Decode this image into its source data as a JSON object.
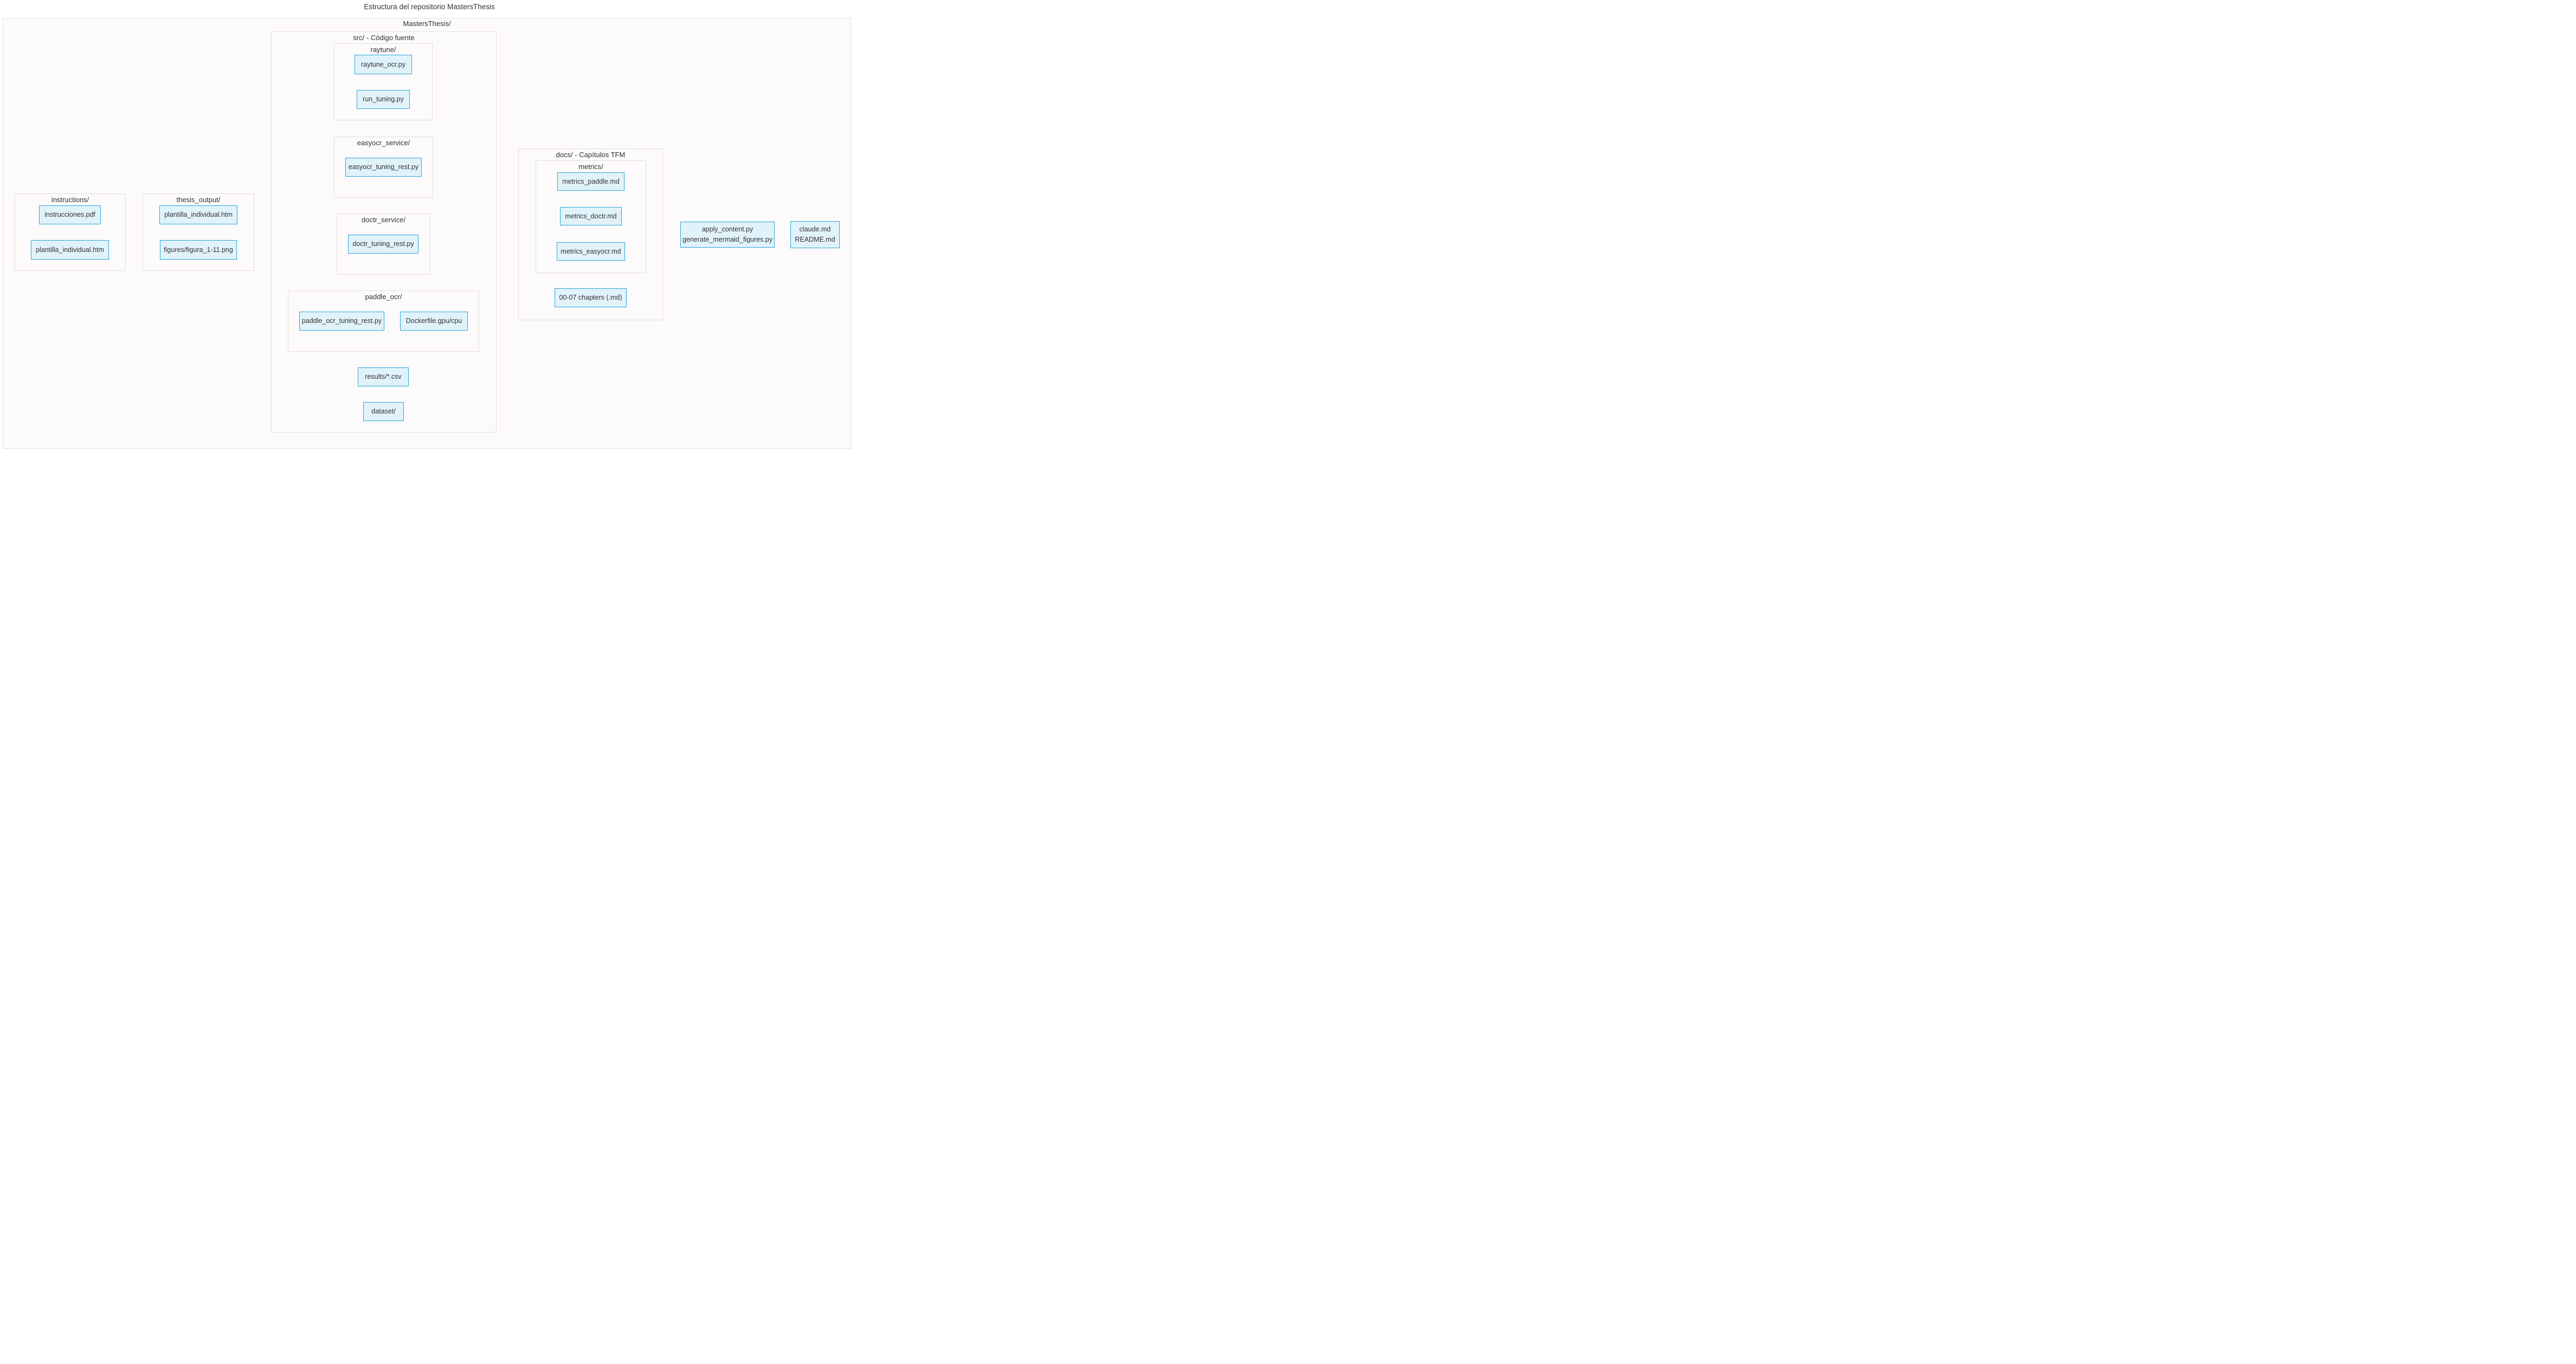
{
  "title": "Estructura del repositorio MastersThesis",
  "diagram": {
    "root": {
      "label": "MastersThesis/"
    },
    "clusters": {
      "src": {
        "label": "src/ - Código fuente"
      },
      "raytune": {
        "label": "raytune/"
      },
      "easyocr_service": {
        "label": "easyocr_service/"
      },
      "doctr_service": {
        "label": "doctr_service/"
      },
      "paddle_ocr": {
        "label": "paddle_ocr/"
      },
      "instructions": {
        "label": "instructions/"
      },
      "thesis_output": {
        "label": "thesis_output/"
      },
      "docs": {
        "label": "docs/ - Capítulos TFM"
      },
      "metrics": {
        "label": "metrics/"
      }
    },
    "nodes": {
      "raytune_ocr": {
        "label": "raytune_ocr.py"
      },
      "run_tuning": {
        "label": "run_tuning.py"
      },
      "easyocr_tuning_rest": {
        "label": "easyocr_tuning_rest.py"
      },
      "doctr_tuning_rest": {
        "label": "doctr_tuning_rest.py"
      },
      "paddle_ocr_tuning_rest": {
        "label": "paddle_ocr_tuning_rest.py"
      },
      "dockerfile": {
        "label": "Dockerfile.gpu/cpu"
      },
      "results": {
        "label": "results/*.csv"
      },
      "dataset": {
        "label": "dataset/"
      },
      "instrucciones_pdf": {
        "label": "instrucciones.pdf"
      },
      "plantilla_individual_instructions": {
        "label": "plantilla_individual.htm"
      },
      "plantilla_individual_thesis": {
        "label": "plantilla_individual.htm"
      },
      "figures_figura": {
        "label": "figures/figura_1-11.png"
      },
      "metrics_paddle": {
        "label": "metrics_paddle.md"
      },
      "metrics_doctr": {
        "label": "metrics_doctr.md"
      },
      "metrics_easyocr": {
        "label": "metrics_easyocr.md"
      },
      "chapters": {
        "label": "00-07 chapters (.md)"
      },
      "helper_scripts": {
        "lines": [
          "apply_content.py",
          "generate_mermaid_figures.py"
        ]
      },
      "repo_docs": {
        "lines": [
          "claude.md",
          "README.md"
        ]
      }
    },
    "colors": {
      "node_fill": "#e1f3fa",
      "node_border": "#2aa5db",
      "cluster_fill": "#fcfafa",
      "cluster_border": "#e8dddd",
      "text": "#333333",
      "background": "#ffffff"
    }
  }
}
